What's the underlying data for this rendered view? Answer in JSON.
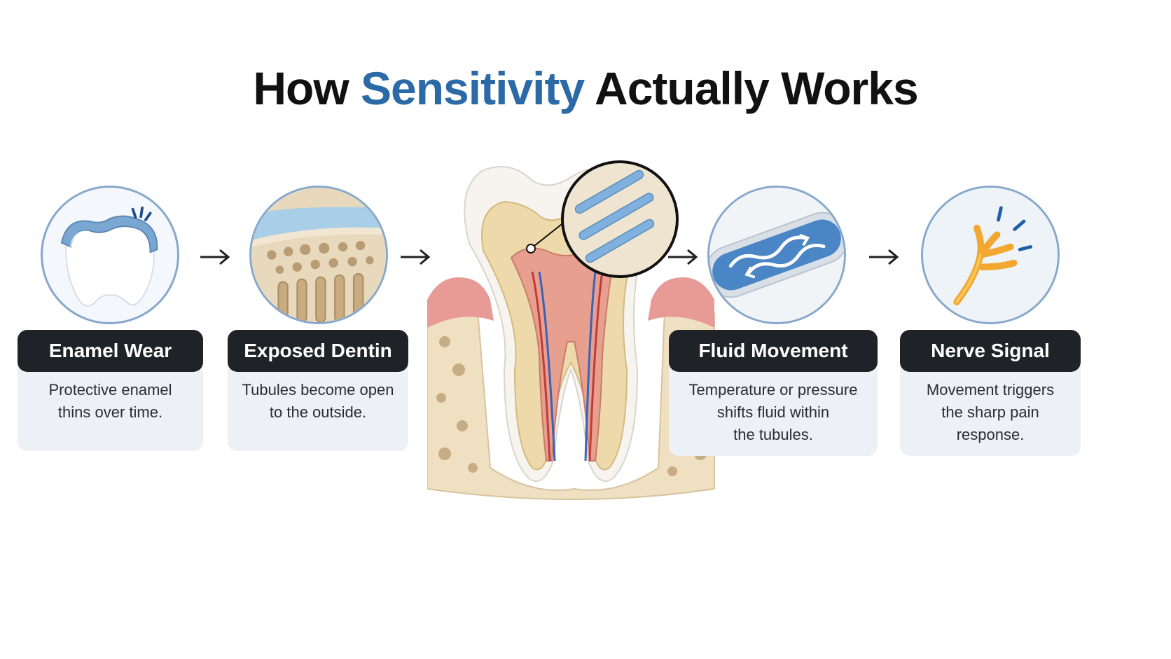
{
  "title": {
    "before": "How",
    "accent": "Sensitivity",
    "after": "Actually Works"
  },
  "colors": {
    "accent": "#2b6aa6",
    "label_bg": "#1f2226",
    "desc_bg": "#edf0f5",
    "circle_border": "#87a8cc"
  },
  "steps": [
    {
      "label": "Enamel Wear",
      "description": "Protective enamel\nthins over time.",
      "icon": "worn-enamel-tooth-icon"
    },
    {
      "label": "Exposed Dentin",
      "description": "Tubules become open\nto the outside.",
      "icon": "dentin-tubules-icon"
    },
    {
      "label": "Fluid Movement",
      "description": "Temperature  or pressure\nshifts fluid within\nthe tubules.",
      "icon": "fluid-flow-icon"
    },
    {
      "label": "Nerve Signal",
      "description": "Movement triggers\nthe sharp pain response.",
      "icon": "nerve-signal-icon"
    }
  ],
  "center_illustration": "tooth-cross-section-illustration",
  "connector_icon": "arrow-right-icon"
}
